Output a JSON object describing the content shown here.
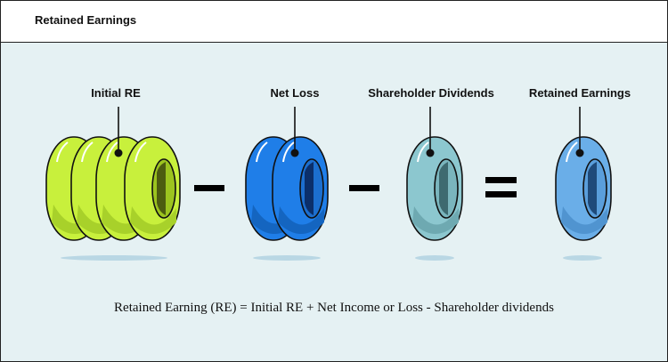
{
  "header": {
    "title": "Retained Earnings"
  },
  "diagram": {
    "labels": {
      "initial_re": "Initial RE",
      "net_loss": "Net Loss",
      "shareholder_dividends": "Shareholder Dividends",
      "retained_earnings": "Retained Earnings"
    },
    "operators": [
      "minus",
      "minus",
      "equals"
    ],
    "ring_counts": {
      "initial_re": 4,
      "net_loss": 2,
      "shareholder_dividends": 1,
      "retained_earnings": 1
    },
    "colors": {
      "initial_re": "#c8f03c",
      "net_loss": "#1f7ee8",
      "shareholder_dividends": "#8cc7cf",
      "retained_earnings": "#6aaee8",
      "background": "#e5f1f3"
    }
  },
  "formula": "Retained Earning (RE) = Initial RE + Net Income or Loss - Shareholder dividends"
}
